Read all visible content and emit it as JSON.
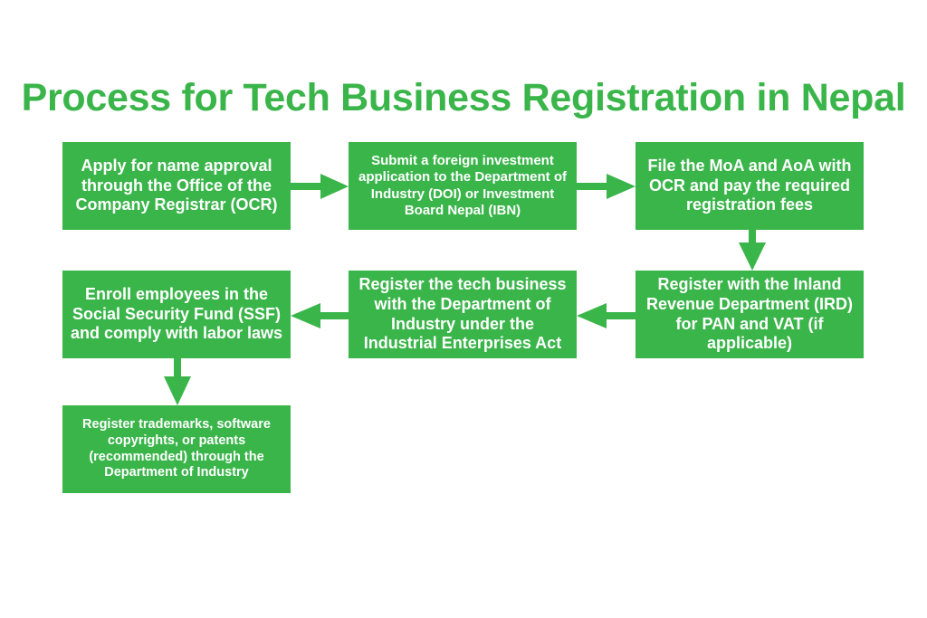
{
  "title": "Process for Tech Business Registration in Nepal",
  "colors": {
    "accent": "#3ab54a",
    "box_text": "#ffffff",
    "background": "#ffffff"
  },
  "steps": [
    {
      "id": 1,
      "text": "Apply for name approval through the Office of the Company Registrar (OCR)"
    },
    {
      "id": 2,
      "text": "Submit a foreign investment application to the Department of Industry (DOI) or Investment Board Nepal (IBN)"
    },
    {
      "id": 3,
      "text": "File the MoA and AoA with OCR and pay the required registration fees"
    },
    {
      "id": 4,
      "text": "Register with the Inland Revenue Department (IRD) for PAN and VAT (if applicable)"
    },
    {
      "id": 5,
      "text": "Register the tech business with the Department of Industry under the Industrial Enterprises Act"
    },
    {
      "id": 6,
      "text": "Enroll employees in the Social Security Fund (SSF) and comply with labor laws"
    },
    {
      "id": 7,
      "text": "Register trademarks, software copyrights, or patents (recommended) through the Department of Industry"
    }
  ],
  "connections": [
    {
      "from": 1,
      "to": 2
    },
    {
      "from": 2,
      "to": 3
    },
    {
      "from": 3,
      "to": 4
    },
    {
      "from": 4,
      "to": 5
    },
    {
      "from": 5,
      "to": 6
    },
    {
      "from": 6,
      "to": 7
    }
  ]
}
